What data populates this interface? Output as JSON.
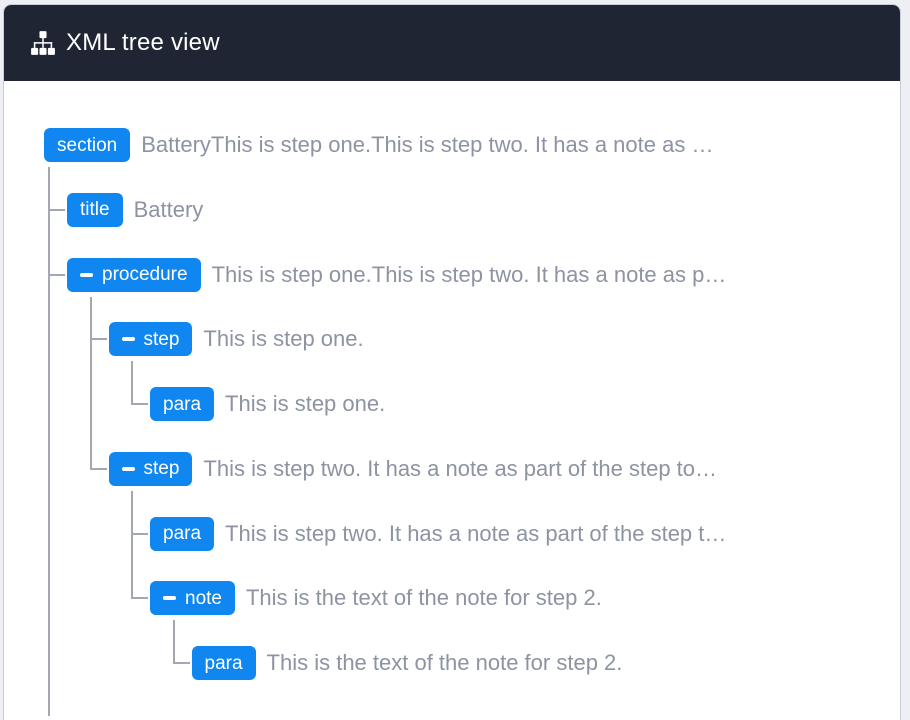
{
  "header": {
    "title": "XML tree view",
    "icon": "sitemap-icon"
  },
  "colors": {
    "header_bg": "#1f2533",
    "badge_bg": "#1086f0",
    "text_muted": "#8d93a3",
    "line": "#a3a7b2",
    "card_border": "#c9cdd9",
    "page_bg": "#edeff5"
  },
  "tree": {
    "nodes": [
      {
        "tag": "section",
        "text": "BatteryThis is step one.This is step two. It has a note as …",
        "level": 0,
        "collapsible": false,
        "more_below": true
      },
      {
        "tag": "title",
        "text": "Battery",
        "level": 1,
        "collapsible": false,
        "more_below": false
      },
      {
        "tag": "procedure",
        "text": "This is step one.This is step two. It has a note as p…",
        "level": 1,
        "collapsible": true,
        "more_below": false
      },
      {
        "tag": "step",
        "text": "This is step one.",
        "level": 2,
        "collapsible": true,
        "more_below": false
      },
      {
        "tag": "para",
        "text": "This is step one.",
        "level": 3,
        "collapsible": false,
        "more_below": false
      },
      {
        "tag": "step",
        "text": "This is step two. It has a note as part of the step to…",
        "level": 2,
        "collapsible": true,
        "more_below": false
      },
      {
        "tag": "para",
        "text": "This is step two. It has a note as part of the step t…",
        "level": 3,
        "collapsible": false,
        "more_below": false
      },
      {
        "tag": "note",
        "text": "This is the text of the note for step 2.",
        "level": 3,
        "collapsible": true,
        "more_below": false
      },
      {
        "tag": "para",
        "text": "This is the text of the note for step 2.",
        "level": 4,
        "collapsible": false,
        "more_below": false
      }
    ]
  }
}
